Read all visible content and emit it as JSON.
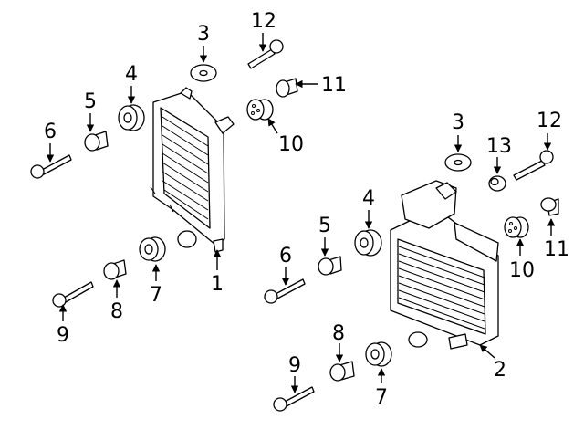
{
  "callouts": {
    "c1": "1",
    "c2": "2",
    "c3a": "3",
    "c3b": "3",
    "c4a": "4",
    "c4b": "4",
    "c5a": "5",
    "c5b": "5",
    "c6a": "6",
    "c6b": "6",
    "c7a": "7",
    "c7b": "7",
    "c8a": "8",
    "c8b": "8",
    "c9a": "9",
    "c9b": "9",
    "c10a": "10",
    "c10b": "10",
    "c11a": "11",
    "c11b": "11",
    "c12a": "12",
    "c12b": "12",
    "c13": "13"
  }
}
